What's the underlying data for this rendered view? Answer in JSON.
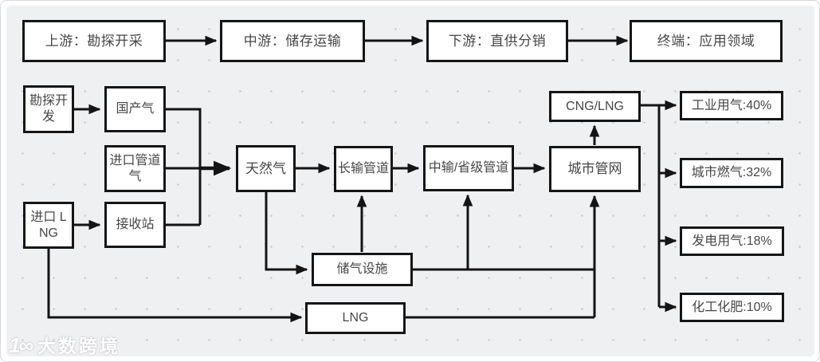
{
  "header_flow": {
    "stages": [
      {
        "label": "上游：勘探开采"
      },
      {
        "label": "中游：储存运输"
      },
      {
        "label": "下游：直供分销"
      },
      {
        "label": "终端：应用领域"
      }
    ]
  },
  "diagram": {
    "nodes": {
      "exploration": "勘探开发",
      "domestic_gas": "国产气",
      "imported_pipeline_gas": "进口管道气",
      "imported_lng": "进口 LNG",
      "receiving_station": "接收站",
      "natural_gas": "天然气",
      "long_distance_pipeline": "长输管道",
      "mid_provincial_pipeline": "中输/省级管道",
      "city_network": "城市管网",
      "cng_lng": "CNG/LNG",
      "gas_storage": "储气设施",
      "lng": "LNG",
      "industrial_use": "工业用气:40%",
      "city_gas_use": "城市燃气:32%",
      "power_generation_use": "发电用气:18%",
      "chemical_fertilizer_use": "化工化肥:10%"
    },
    "edges": [
      {
        "from": "上游：勘探开采",
        "to": "中游：储存运输"
      },
      {
        "from": "中游：储存运输",
        "to": "下游：直供分销"
      },
      {
        "from": "下游：直供分销",
        "to": "终端：应用领域"
      },
      {
        "from": "勘探开发",
        "to": "国产气"
      },
      {
        "from": "国产气",
        "to": "天然气"
      },
      {
        "from": "进口管道气",
        "to": "天然气"
      },
      {
        "from": "进口 LNG",
        "to": "接收站"
      },
      {
        "from": "接收站",
        "to": "天然气"
      },
      {
        "from": "天然气",
        "to": "长输管道"
      },
      {
        "from": "长输管道",
        "to": "中输/省级管道"
      },
      {
        "from": "中输/省级管道",
        "to": "城市管网"
      },
      {
        "from": "城市管网",
        "to": "CNG/LNG"
      },
      {
        "from": "天然气",
        "to": "储气设施"
      },
      {
        "from": "储气设施",
        "to": "长输管道"
      },
      {
        "from": "储气设施",
        "to": "中输/省级管道"
      },
      {
        "from": "储气设施",
        "to": "城市管网"
      },
      {
        "from": "进口 LNG",
        "to": "LNG"
      },
      {
        "from": "LNG",
        "to": "城市管网"
      },
      {
        "from": "CNG/LNG",
        "to": "工业用气:40%"
      },
      {
        "from": "CNG/LNG",
        "to": "城市燃气:32%"
      },
      {
        "from": "CNG/LNG",
        "to": "发电用气:18%"
      },
      {
        "from": "CNG/LNG",
        "to": "化工化肥:10%"
      }
    ],
    "terminal_distribution": [
      {
        "label": "工业用气",
        "percent": 40
      },
      {
        "label": "城市燃气",
        "percent": 32
      },
      {
        "label": "发电用气",
        "percent": 18
      },
      {
        "label": "化工化肥",
        "percent": 10
      }
    ]
  },
  "watermark": {
    "logo": "1∞",
    "text": "大数跨境"
  },
  "colors": {
    "canvas_bg": "#eff0f2",
    "node_border": "#161616",
    "node_text": "#474747",
    "wire": "#141414"
  }
}
